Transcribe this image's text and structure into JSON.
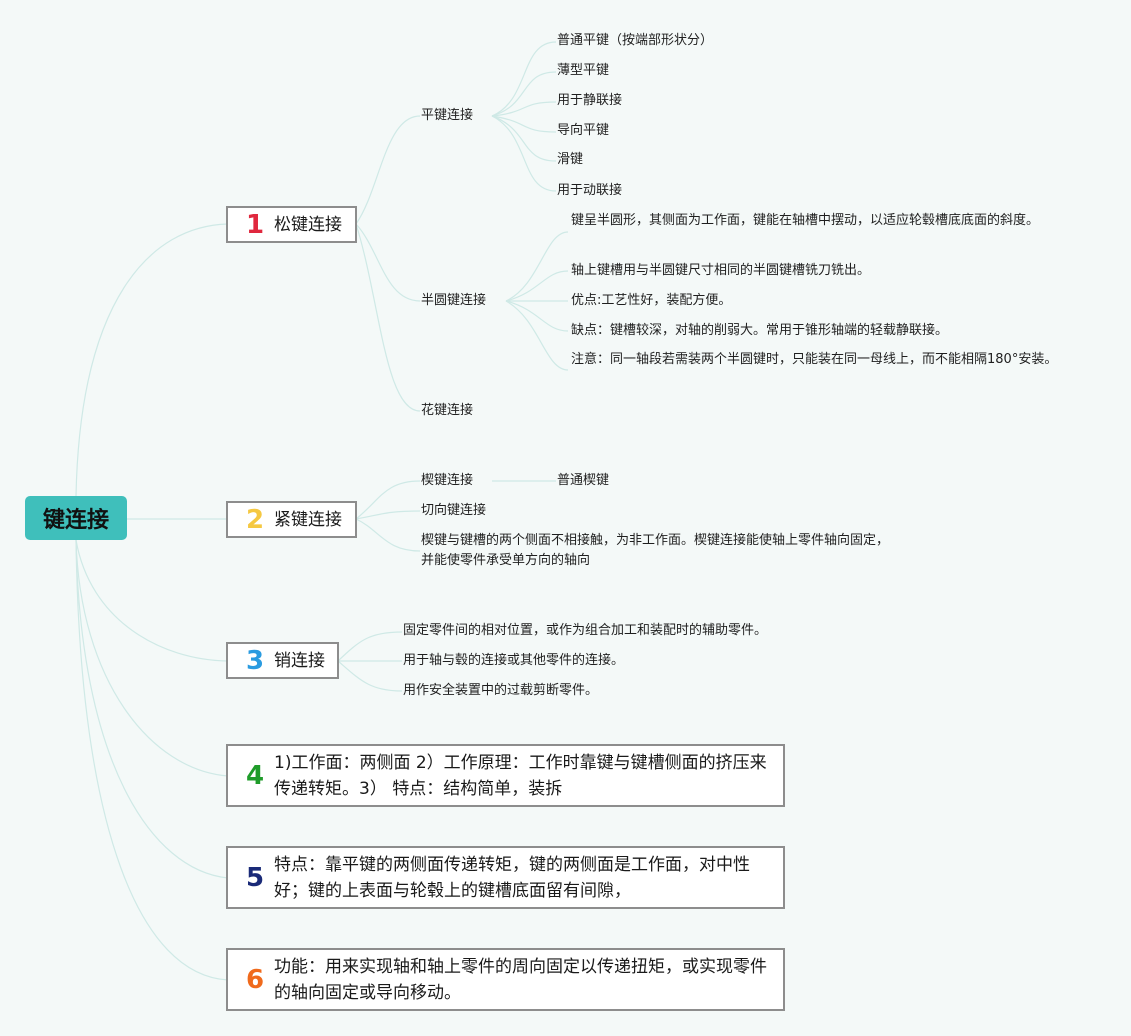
{
  "root": {
    "label": "键连接"
  },
  "colors": {
    "root_bg": "#3fbfbb",
    "line": "#cfe9e6",
    "n1": "#e0283e",
    "n2": "#f5c842",
    "n3": "#2a9be0",
    "n4": "#1f9c2a",
    "n5": "#1a2a78",
    "n6": "#f06a1c"
  },
  "branches": [
    {
      "num": "1",
      "label": "松键连接",
      "children": [
        {
          "label": "平键连接",
          "items": [
            "普通平键（按端部形状分）",
            "薄型平键",
            "用于静联接",
            "导向平键",
            "滑键",
            "用于动联接"
          ]
        },
        {
          "label": "半圆键连接",
          "items": [
            "键呈半圆形，其侧面为工作面，键能在轴槽中摆动，以适应轮毂槽底底面的斜度。",
            "轴上键槽用与半圆键尺寸相同的半圆键槽铣刀铣出。",
            "优点:工艺性好，装配方便。",
            "缺点：键槽较深，对轴的削弱大。常用于锥形轴端的轻载静联接。",
            "注意：同一轴段若需装两个半圆键时，只能装在同一母线上，而不能相隔180°安装。"
          ]
        },
        {
          "label": "花键连接"
        }
      ]
    },
    {
      "num": "2",
      "label": "紧键连接",
      "children": [
        {
          "label": "楔键连接",
          "items": [
            "普通楔键"
          ]
        },
        {
          "label": "切向键连接"
        },
        {
          "label": "楔键与键槽的两个侧面不相接触，为非工作面。楔键连接能使轴上零件轴向固定，并能使零件承受单方向的轴向"
        }
      ]
    },
    {
      "num": "3",
      "label": "销连接",
      "items": [
        "固定零件间的相对位置，或作为组合加工和装配时的辅助零件。",
        "用于轴与毂的连接或其他零件的连接。",
        "用作安全装置中的过载剪断零件。"
      ]
    },
    {
      "num": "4",
      "label": "1)工作面：两侧面 2）工作原理：工作时靠键与键槽侧面的挤压来传递转矩。3） 特点：结构简单，装拆"
    },
    {
      "num": "5",
      "label": "特点：靠平键的两侧面传递转矩，键的两侧面是工作面，对中性好；键的上表面与轮毂上的键槽底面留有间隙，"
    },
    {
      "num": "6",
      "label": "功能：用来实现轴和轴上零件的周向固定以传递扭矩，或实现零件的轴向固定或导向移动。"
    }
  ]
}
